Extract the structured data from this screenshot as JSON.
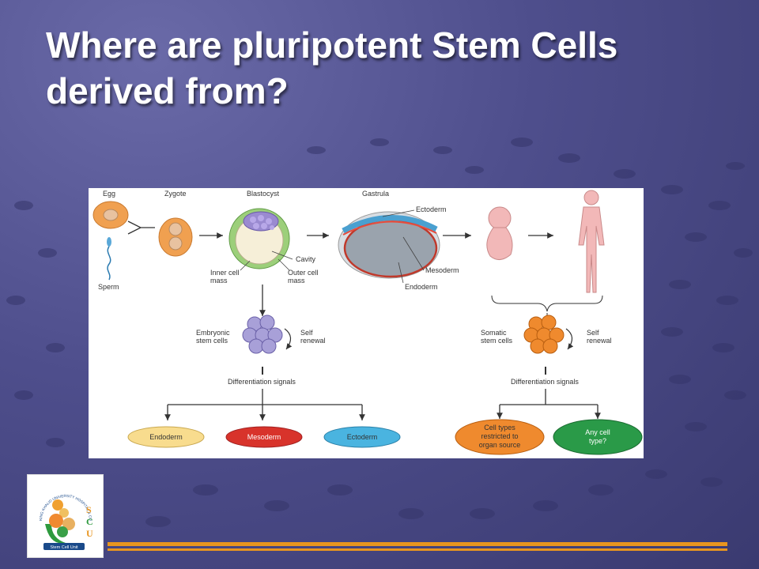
{
  "slide": {
    "title": "Where are pluripotent Stem Cells derived from?"
  },
  "diagram": {
    "stages": {
      "egg": "Egg",
      "sperm": "Sperm",
      "zygote": "Zygote",
      "blastocyst": "Blastocyst",
      "gastrula": "Gastrula"
    },
    "blastocyst_parts": {
      "inner_cell_mass": [
        "Inner cell",
        "mass"
      ],
      "outer_cell_mass": [
        "Outer cell",
        "mass"
      ],
      "cavity": "Cavity"
    },
    "gastrula_layers": {
      "ectoderm": "Ectoderm",
      "mesoderm": "Mesoderm",
      "endoderm": "Endoderm"
    },
    "left_branch": {
      "cells_label": [
        "Embryonic",
        "stem cells"
      ],
      "renewal_label": [
        "Self",
        "renewal"
      ],
      "signals": "Differentiation signals",
      "outcomes": [
        "Endoderm",
        "Mesoderm",
        "Ectoderm"
      ]
    },
    "right_branch": {
      "cells_label": [
        "Somatic",
        "stem cells"
      ],
      "renewal_label": [
        "Self",
        "renewal"
      ],
      "signals": "Differentiation signals",
      "outcome_restricted": [
        "Cell types",
        "restricted to",
        "organ source"
      ],
      "outcome_any": [
        "Any cell",
        "type?"
      ]
    }
  },
  "logo": {
    "ring_text": "KING KHALID UNIVERSITY HOSPITAL & COLLEGE OF MEDICINE",
    "letters": [
      "S",
      "C",
      "U"
    ],
    "unit_name": "Stem Cell Unit"
  },
  "colors": {
    "background": "#4e4e8c",
    "footer_orange": "#e8951f",
    "endoderm_fill": "#f8dc8e",
    "mesoderm_fill": "#d8332b",
    "ectoderm_fill": "#4ab4e0",
    "restricted_fill": "#ef8a2e",
    "any_fill": "#2a9a48"
  }
}
